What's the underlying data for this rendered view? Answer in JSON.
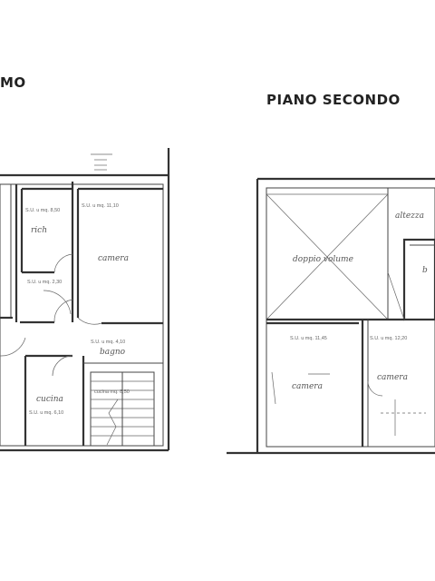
{
  "titles": {
    "left": "MO",
    "right": "PIANO SECONDO"
  },
  "left_plan": {
    "rooms": {
      "top_small": "rich",
      "top_small_area": "S.U. u mq. 8,50",
      "big_right": "camera",
      "big_right_area": "S.U. u mq. 11,10",
      "center_hall": "S.U. u mq. 2,30",
      "middle": "bagno",
      "middle_area": "S.U. u mq. 4,10",
      "bottom_left": "cucina",
      "bottom_left_area": "S.U. u mq. 6,10",
      "stair": "cucina mq. 8,50"
    }
  },
  "right_plan": {
    "rooms": {
      "void": "doppio volume",
      "attic": "altezza",
      "small_right": "b",
      "bottom_left": "camera",
      "bottom_left_area": "S.U. u mq. 11,45",
      "bottom_right": "camera",
      "bottom_right_area": "S.U. u mq. 12,20"
    }
  }
}
